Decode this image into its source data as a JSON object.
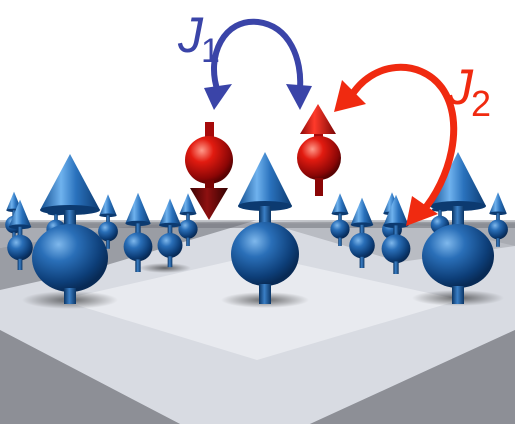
{
  "labels": {
    "j1": {
      "symbol": "J",
      "subscript": "1",
      "color": "#3a44a8"
    },
    "j2": {
      "symbol": "J",
      "subscript": "2",
      "color": "#f02a10"
    }
  },
  "colors": {
    "blue_spin": "#1a5aa0",
    "red_spin": "#c81010",
    "floor_light": "#d8dbe2",
    "floor_dark": "#8d8f96",
    "background": "#ffffff"
  },
  "spins": {
    "lattice_orientation": "up",
    "excited_left_orientation": "down",
    "excited_right_orientation": "up"
  }
}
